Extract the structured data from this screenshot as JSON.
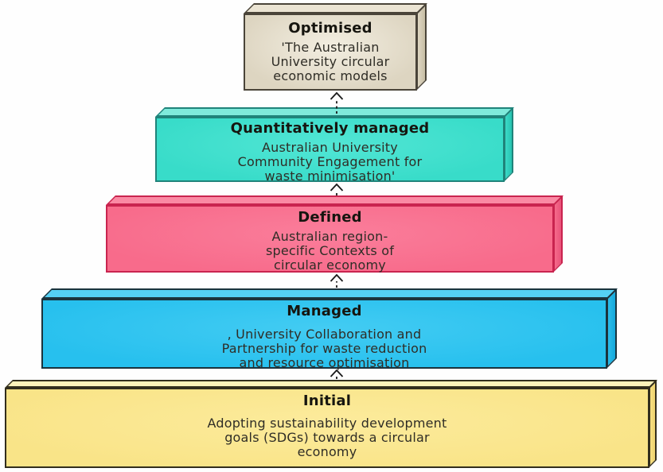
{
  "diagram": {
    "kind": "maturity-model-stack",
    "background_color": "#ffffff",
    "arrow_color": "#1b1b1b",
    "levels": [
      {
        "heading": "Optimised",
        "body": "'The Australian\nUniversity circular\neconomic models",
        "fill": "#ddd5c1",
        "border": "#4a4439"
      },
      {
        "heading": "Quantitatively managed",
        "body": "Australian University\nCommunity Engagement for\nwaste minimisation'",
        "fill": "#38dcc9",
        "border": "#20837a"
      },
      {
        "heading": "Defined",
        "body": "Australian region-\nspecific Contexts of\ncircular economy",
        "fill": "#f86b8b",
        "border": "#c9244f"
      },
      {
        "heading": "Managed",
        "body": ", University Collaboration and\nPartnership for waste reduction\nand resource optimisation",
        "fill": "#27c0ee",
        "border": "#1b333d"
      },
      {
        "heading": "Initial",
        "body": "Adopting sustainability development\ngoals (SDGs) towards a circular\neconomy",
        "fill": "#f9e488",
        "border": "#322e1d"
      }
    ],
    "connectors": [
      {
        "from": "Initial",
        "to": "Managed",
        "style": "dashed-up-arrow"
      },
      {
        "from": "Managed",
        "to": "Defined",
        "style": "dashed-up-arrow"
      },
      {
        "from": "Defined",
        "to": "Quantitatively managed",
        "style": "dashed-up-arrow"
      },
      {
        "from": "Quantitatively managed",
        "to": "Optimised",
        "style": "dashed-up-arrow"
      }
    ]
  }
}
